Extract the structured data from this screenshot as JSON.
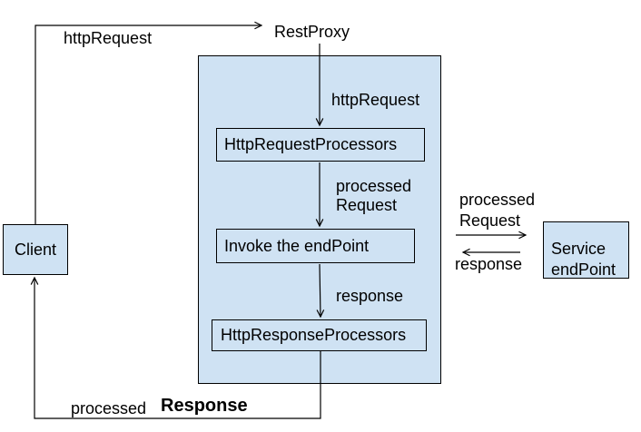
{
  "colors": {
    "box_fill": "#cfe2f3",
    "line": "#000000",
    "background": "#ffffff"
  },
  "nodes": {
    "client": {
      "label": "Client"
    },
    "rest_proxy": {
      "label": "RestProxy"
    },
    "http_request_processors": {
      "label": "HttpRequestProcessors"
    },
    "invoke_endpoint": {
      "label": "Invoke the endPoint"
    },
    "http_response_processors": {
      "label": "HttpResponseProcessors"
    },
    "service_endpoint": {
      "line1": "Service",
      "line2": "endPoint"
    }
  },
  "edges": {
    "client_to_restproxy": "httpRequest",
    "restproxy_to_requestprocessors": "httpRequest",
    "requestprocessors_to_invoke_line1": "processed",
    "requestprocessors_to_invoke_line2": "Request",
    "invoke_to_responseprocessors": "response",
    "invoke_to_service_line1": "processed",
    "invoke_to_service_line2": "Request",
    "service_to_invoke": "response",
    "responseprocessors_to_client_word1": "processed",
    "responseprocessors_to_client_word2": "Response"
  }
}
